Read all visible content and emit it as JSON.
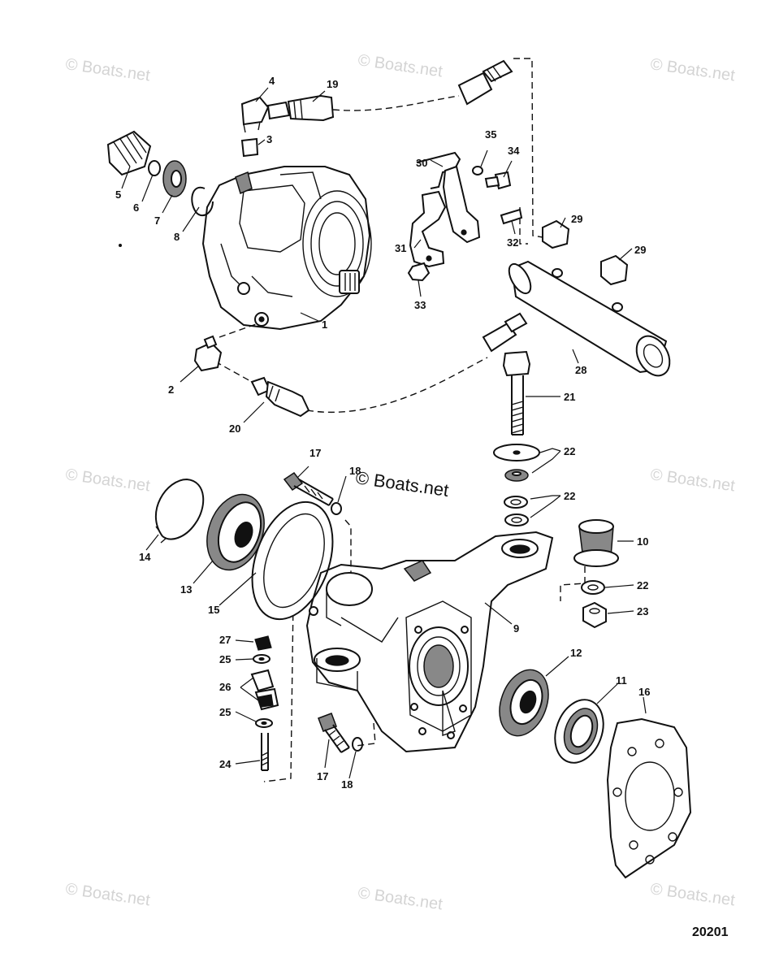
{
  "watermarks": [
    "© Boats.net",
    "© Boats.net",
    "© Boats.net",
    "© Boats.net",
    "© Boats.net",
    "© Boats.net",
    "© Boats.net",
    "© Boats.net"
  ],
  "center_watermark": "© Boats.net",
  "figure_number": "20201",
  "callouts": {
    "c1": "1",
    "c2": "2",
    "c3": "3",
    "c4": "4",
    "c5": "5",
    "c6": "6",
    "c7": "7",
    "c8": "8",
    "c9": "9",
    "c10": "10",
    "c11": "11",
    "c12": "12",
    "c13": "13",
    "c14": "14",
    "c15": "15",
    "c16": "16",
    "c17a": "17",
    "c17b": "17",
    "c18a": "18",
    "c18b": "18",
    "c19": "19",
    "c20": "20",
    "c21": "21",
    "c22a": "22",
    "c22b": "22",
    "c22c": "22",
    "c23": "23",
    "c24": "24",
    "c25a": "25",
    "c25b": "25",
    "c26": "26",
    "c27": "27",
    "c28": "28",
    "c29a": "29",
    "c29b": "29",
    "c30": "30",
    "c31": "31",
    "c32": "32",
    "c33": "33",
    "c34": "34",
    "c35": "35"
  }
}
